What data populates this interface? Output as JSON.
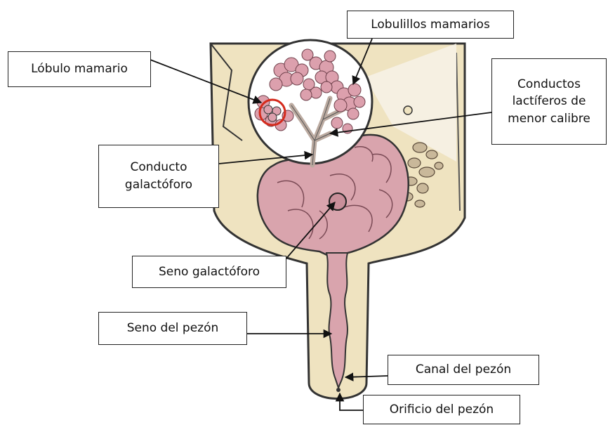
{
  "labels": {
    "lobulillos": "Lobulillos mamarios",
    "lobulo": "Lóbulo mamario",
    "conductos_lactiferos": [
      "Conductos",
      "lactíferos de",
      "menor calibre"
    ],
    "conducto_galactoforo": [
      "Conducto",
      "galactóforo"
    ],
    "seno_galactoforo": "Seno galactóforo",
    "seno_pezon": "Seno del pezón",
    "canal_pezon": "Canal del pezón",
    "orificio_pezon": "Orificio del pezón"
  },
  "colors": {
    "tissue": "#efe3c0",
    "gland": "#d9a4ad",
    "highlight_ring": "#d42a1c",
    "outline": "#333333"
  }
}
